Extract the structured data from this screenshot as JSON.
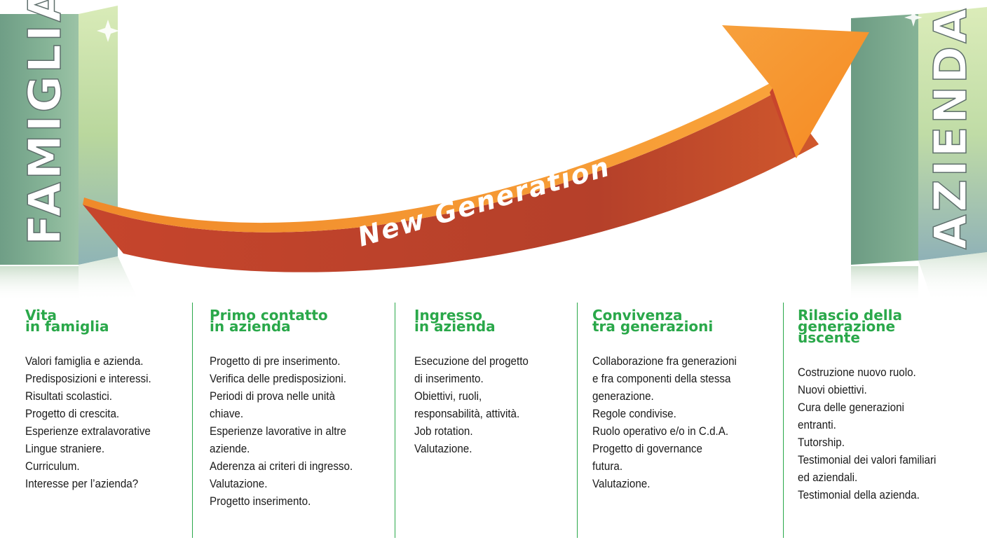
{
  "pillars": {
    "left": "FAMIGLIA",
    "right": "AZIENDA"
  },
  "arrow": {
    "label": "New Generation"
  },
  "colors": {
    "accent_green": "#2aa84a",
    "arrow_dark": "#b23f2b",
    "arrow_light": "#f7931e",
    "pillar_green": "#7fb08a",
    "pillar_light": "#d6e8b4"
  },
  "columns": [
    {
      "title": [
        "Vita",
        "in famiglia"
      ],
      "lines": [
        "Valori famiglia e azienda.",
        "Predisposizioni e interessi.",
        "Risultati scolastici.",
        "Progetto di crescita.",
        "Esperienze extralavorative",
        "Lingue straniere.",
        "Curriculum.",
        "Interesse per l’azienda?"
      ]
    },
    {
      "title": [
        "Primo contatto",
        "in azienda"
      ],
      "lines": [
        "Progetto di pre inserimento.",
        "Verifica delle predisposizioni.",
        "Periodi di prova nelle unità",
        "chiave.",
        "Esperienze lavorative in altre",
        "aziende.",
        "Aderenza ai criteri di ingresso.",
        "Valutazione.",
        "Progetto inserimento."
      ]
    },
    {
      "title": [
        "Ingresso",
        "in azienda"
      ],
      "lines": [
        "Esecuzione del progetto",
        "di inserimento.",
        "Obiettivi, ruoli,",
        "responsabilità, attività.",
        "Job rotation.",
        "Valutazione."
      ]
    },
    {
      "title": [
        "Convivenza",
        "tra generazioni"
      ],
      "lines": [
        "Collaborazione fra generazioni",
        "e fra componenti della stessa",
        "generazione.",
        "Regole condivise.",
        "Ruolo operativo e/o in C.d.A.",
        "Progetto di governance",
        "futura.",
        "Valutazione."
      ]
    },
    {
      "title": [
        "Rilascio della",
        "generazione",
        "uscente"
      ],
      "lines": [
        "Costruzione nuovo ruolo.",
        "Nuovi obiettivi.",
        "Cura delle generazioni",
        "entranti.",
        "Tutorship.",
        "Testimonial dei valori familiari",
        "ed aziendali.",
        "Testimonial della azienda."
      ]
    }
  ]
}
